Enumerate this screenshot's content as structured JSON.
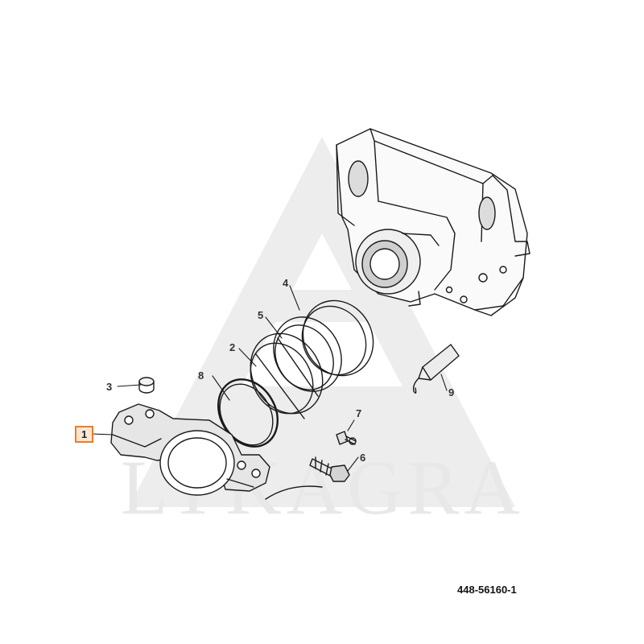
{
  "diagram": {
    "watermark_text": "LYKAGRA",
    "drawing_number": "448-56160-1",
    "selected_callout": "1",
    "callouts": [
      {
        "id": "c1",
        "label": "1"
      },
      {
        "id": "c2",
        "label": "2"
      },
      {
        "id": "c3",
        "label": "3"
      },
      {
        "id": "c4",
        "label": "4"
      },
      {
        "id": "c5",
        "label": "5"
      },
      {
        "id": "c6",
        "label": "6"
      },
      {
        "id": "c7",
        "label": "7"
      },
      {
        "id": "c8",
        "label": "8"
      },
      {
        "id": "c9",
        "label": "9"
      }
    ],
    "colors": {
      "line": "#1a1a1a",
      "shade": "#d9d9d9",
      "watermark": "#e6e6e6",
      "highlight": "#f07a28"
    }
  }
}
